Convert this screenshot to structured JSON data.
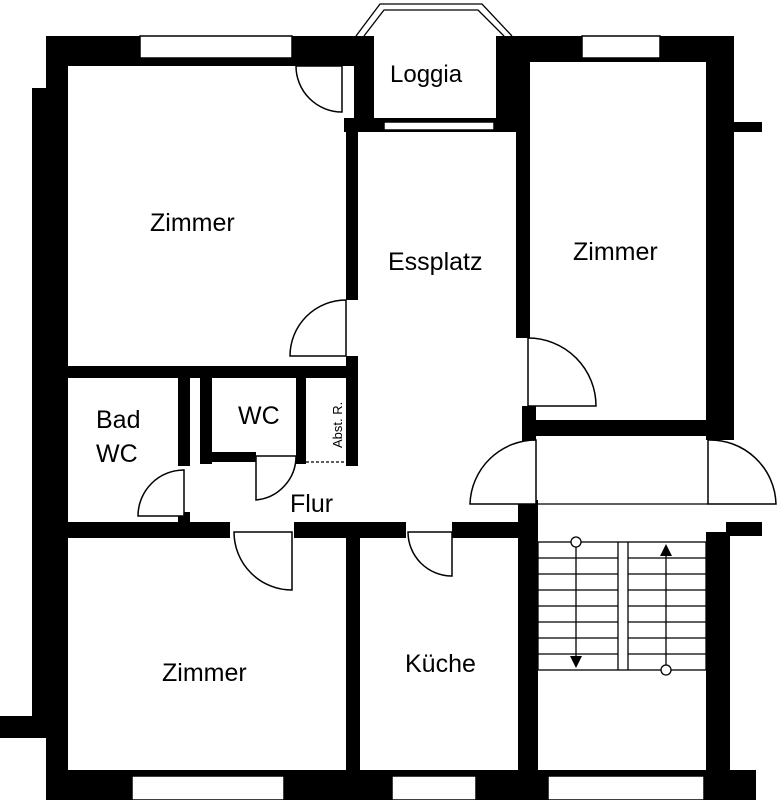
{
  "rooms": {
    "loggia": "Loggia",
    "zimmer_top_left": "Zimmer",
    "essplatz": "Essplatz",
    "zimmer_top_right": "Zimmer",
    "bad_line1": "Bad",
    "bad_line2": "WC",
    "wc": "WC",
    "abstellraum": "Abst. R.",
    "flur": "Flur",
    "zimmer_bottom_left": "Zimmer",
    "kueche": "Küche"
  },
  "colors": {
    "wall": "#000000",
    "background": "#ffffff"
  }
}
